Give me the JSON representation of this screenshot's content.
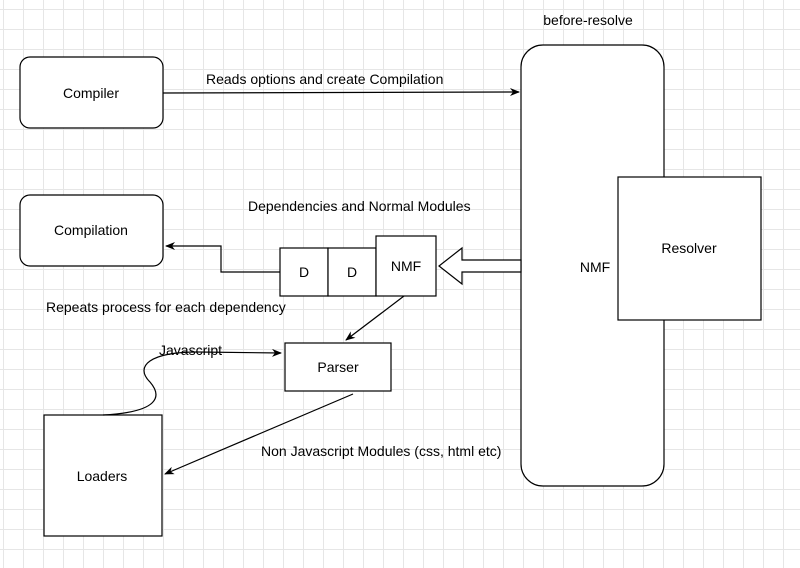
{
  "nodes": {
    "compiler": "Compiler",
    "compilation": "Compilation",
    "nmf_container": "NMF",
    "resolver": "Resolver",
    "dependency_1": "D",
    "dependency_2": "D",
    "queue_nmf": "NMF",
    "parser": "Parser",
    "loaders": "Loaders"
  },
  "labels": {
    "before_resolve": "before-resolve",
    "reads_options": "Reads options and create Compilation",
    "dependencies_modules": "Dependencies and Normal Modules",
    "repeats_process": "Repeats process for each dependency",
    "javascript": "Javascript",
    "non_javascript": "Non Javascript Modules (css, html etc)"
  }
}
